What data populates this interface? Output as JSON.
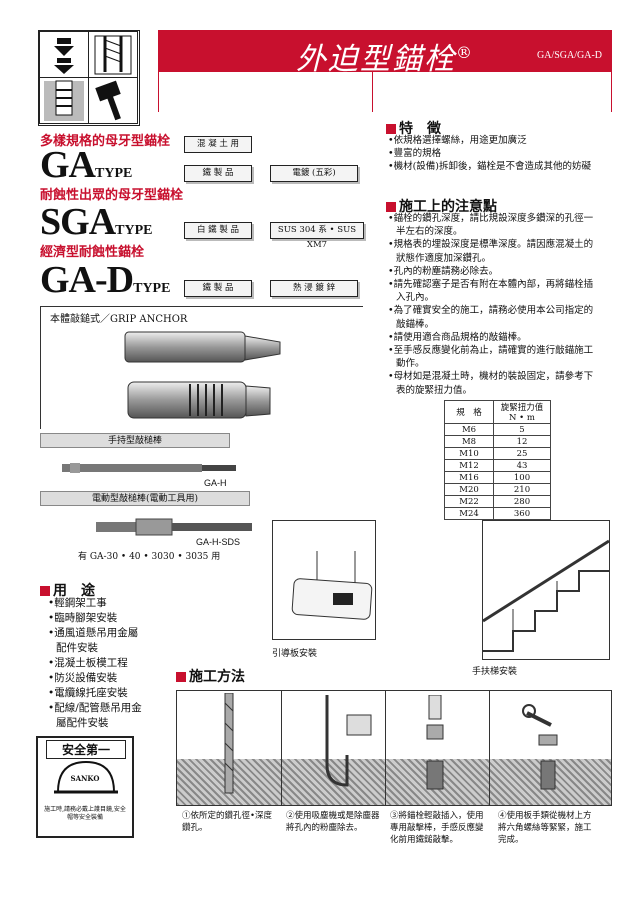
{
  "header": {
    "title": "外迫型錨栓",
    "reg": "®",
    "code": "GA/SGA/GA-D"
  },
  "products": {
    "variety_heading": "多樣規格的母牙型錨栓",
    "ga_name": "GA",
    "ga_suffix": "TYPE",
    "corrosion_heading": "耐蝕性出眾的母牙型錨栓",
    "sga_name": "SGA",
    "sga_suffix": "TYPE",
    "economy_heading": "經濟型耐蝕性錨栓",
    "gad_name": "GA-D",
    "gad_suffix": "TYPE",
    "label_concrete": "混 凝 土 用",
    "label_iron1": "鐵 製 品",
    "label_plating": "電鍍 (五彩)",
    "label_white_iron": "白 鐵 製 品",
    "label_sus": "SUS 304 系 • SUS XM7",
    "label_iron2": "鐵 製 品",
    "label_galv": "熱 浸 鍍 鋅"
  },
  "body_type": "本體敲鎚式／GRIP ANCHOR",
  "tools": {
    "hand_bar": "手持型敲槌棒",
    "hand_model": "GA-H",
    "power_bar": "電動型敲槌棒(電動工具用)",
    "power_model": "GA-H-SDS",
    "note": "有 GA-30 • 40 • 3030 • 3035 用"
  },
  "features": {
    "heading": "特　徵",
    "items": [
      "依規格選擇螺絲，用途更加廣泛",
      "豐富的規格",
      "機材(設備)拆卸後，錨栓是不會造成其他的妨礙"
    ]
  },
  "cautions": {
    "heading": "施工上的注意點",
    "items": [
      "錨栓的鑽孔深度，請比規設深度多鑽深的孔徑一半左右的深度。",
      "規格表的埋設深度是標準深度。請因應混凝土的狀態作適度加深鑽孔。",
      "孔內的粉塵請務必除去。",
      "請先確認塞子是否有附在本體內部，再將錨栓插入孔內。",
      "為了確實安全的施工，請務必使用本公司指定的敲錨棒。",
      "請使用適合商品規格的敲錨棒。",
      "至手感反應變化前為止，請確實的進行敲錨施工動作。",
      "母材如是混凝土時，機材的裝設固定，請參考下表的旋緊扭力值。"
    ]
  },
  "torque_table": {
    "col1": "規　格",
    "col2_line1": "旋緊扭力值",
    "col2_line2": "N • m",
    "rows": [
      [
        "M6",
        "5"
      ],
      [
        "M8",
        "12"
      ],
      [
        "M10",
        "25"
      ],
      [
        "M12",
        "43"
      ],
      [
        "M16",
        "100"
      ],
      [
        "M20",
        "210"
      ],
      [
        "M22",
        "280"
      ],
      [
        "M24",
        "360"
      ]
    ]
  },
  "install_captions": {
    "guide": "引導板安裝",
    "handrail": "手扶梯安裝"
  },
  "uses": {
    "heading": "用　途",
    "items": [
      "輕鋼架工事",
      "臨時腳架安裝",
      "通風道懸吊用金屬配件安裝",
      "混凝土板模工程",
      "防災設備安裝",
      "電纜線托座安裝",
      "配線/配管懸吊用金屬配件安裝"
    ]
  },
  "safety": {
    "title": "安全第一",
    "brand": "SANKO",
    "note": "施工時,請務必戴上護目鏡,安全帽等安全裝備"
  },
  "method": {
    "heading": "施工方法",
    "steps": [
      "①依所定的鑽孔徑•深度鑽孔。",
      "②使用吸塵機或是除塵器將孔內的粉塵除去。",
      "③將錨栓輕敲插入，使用專用敲擊棒，手感反應變化前用鐵鎚敲擊。",
      "④使用板手類從機材上方將六角螺絲等緊緊，施工完成。"
    ]
  }
}
